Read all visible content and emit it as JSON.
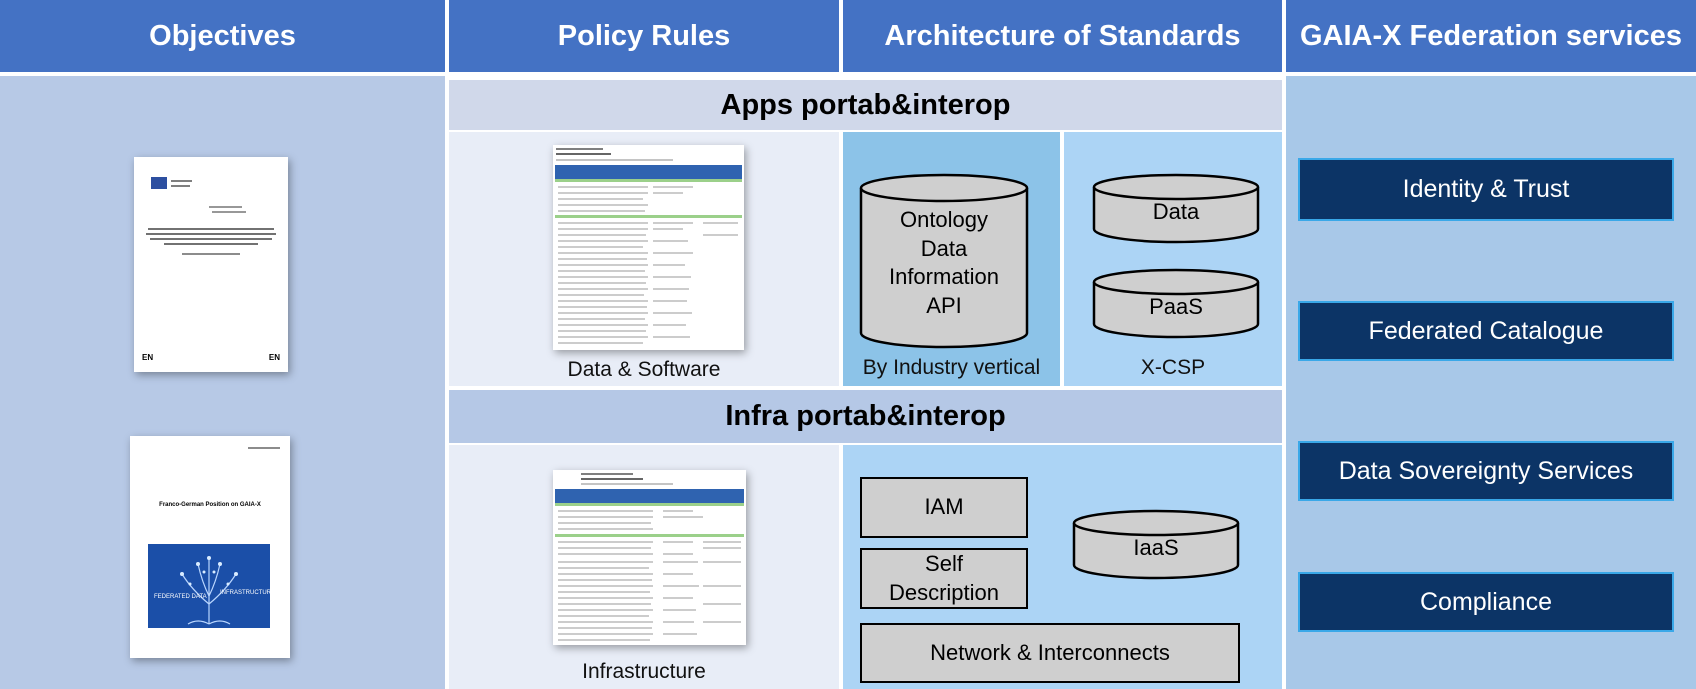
{
  "headers": {
    "objectives": "Objectives",
    "policy_rules": "Policy Rules",
    "architecture": "Architecture of Standards",
    "gaia": "GAIA-X Federation services"
  },
  "apps_band": "Apps portab&interop",
  "infra_band": "Infra portab&interop",
  "apps": {
    "doc_caption": "Data & Software",
    "vertical_cylinder": [
      "Ontology",
      "Data",
      "Information",
      "API"
    ],
    "vertical_caption": "By Industry vertical",
    "xcsp_cylinders": [
      "Data",
      "PaaS"
    ],
    "xcsp_caption": "X-CSP"
  },
  "infra": {
    "doc_caption": "Infrastructure",
    "iam": "IAM",
    "self_description_line1": "Self",
    "self_description_line2": "Description",
    "iaas": "IaaS",
    "network": "Network & Interconnects"
  },
  "objectives_docs": {
    "doc1_footer_left": "EN",
    "doc1_footer_right": "EN",
    "doc2_title": "Franco-German Position on GAIA-X",
    "doc2_banner_left": "FEDERATED DATA",
    "doc2_banner_right": "INFRASTRUCTURE"
  },
  "gaia_services": [
    "Identity & Trust",
    "Federated Catalogue",
    "Data Sovereignty Services",
    "Compliance"
  ],
  "colors": {
    "header_blue": "#4472c4",
    "service_navy": "#0c3466",
    "service_border": "#3aa8e8",
    "cylinder_gray": "#cfcfcf"
  }
}
